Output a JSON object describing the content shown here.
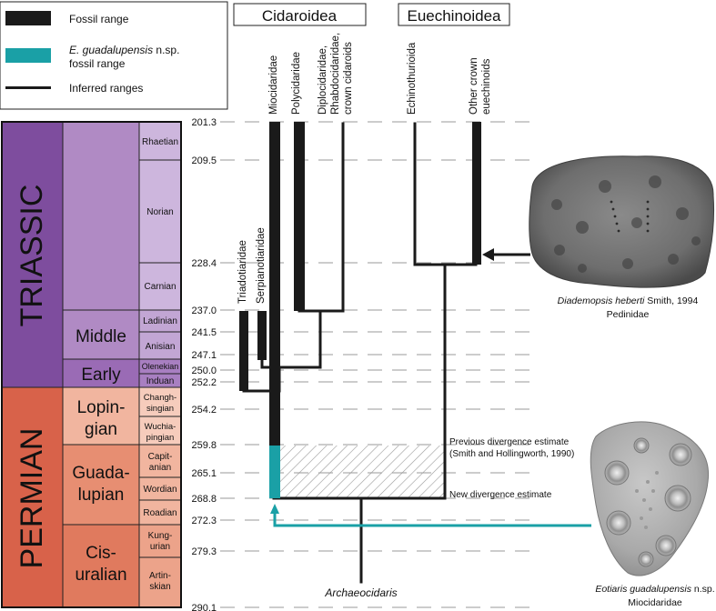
{
  "legend": {
    "fossil_range": "Fossil range",
    "species_prefix": "E. guadalupensis",
    "species_suffix": " n.sp.",
    "species_line2": "fossil range",
    "inferred": "Inferred ranges"
  },
  "clades": {
    "cidaroidea": "Cidaroidea",
    "euechinoidea": "Euechinoidea"
  },
  "taxa": {
    "miocidaridae": "Miocidaridae",
    "polycidaridae": "Polycidaridae",
    "diplo_line1": "Diplocidaridae,",
    "diplo_line2": "Rhabdocidaridae,",
    "diplo_line3": "crown cidaroids",
    "echinothurioida": "Echinothurioida",
    "other_line1": "Other crown",
    "other_line2": "euechinoids",
    "triadotiaridae": "Triadotiaridae",
    "serpianotiaridae": "Serpianotiaridae",
    "archaeocidaris": "Archaeocidaris"
  },
  "periods": {
    "triassic": "TRIASSIC",
    "permian": "PERMIAN"
  },
  "epochs": {
    "middle": "Middle",
    "early": "Early",
    "lopin1": "Lopin-",
    "lopin2": "gian",
    "guada1": "Guada-",
    "guada2": "lupian",
    "cis1": "Cis-",
    "cis2": "uralian"
  },
  "stages": {
    "rhaetian": "Rhaetian",
    "norian": "Norian",
    "carnian": "Carnian",
    "ladinian": "Ladinian",
    "anisian": "Anisian",
    "olenekian": "Olenekian",
    "induan": "Induan",
    "changh1": "Changh-",
    "changh2": "singian",
    "wuchia1": "Wuchia-",
    "wuchia2": "pingian",
    "capit1": "Capit-",
    "capit2": "anian",
    "wordian": "Wordian",
    "roadian": "Roadian",
    "kung1": "Kung-",
    "kung2": "urian",
    "artin1": "Artin-",
    "artin2": "skian"
  },
  "ages": [
    "201.3",
    "209.5",
    "228.4",
    "237.0",
    "241.5",
    "247.1",
    "250.0",
    "252.2",
    "254.2",
    "259.8",
    "265.1",
    "268.8",
    "272.3",
    "279.3",
    "290.1"
  ],
  "annotations": {
    "prev1": "Previous divergence estimate",
    "prev2": "(Smith and Hollingworth, 1990)",
    "new": "New divergence estimate"
  },
  "captions": {
    "diademopsis_sp": "Diademopsis heberti",
    "diademopsis_auth": " Smith, 1994",
    "diademopsis_fam": "Pedinidae",
    "eotiaris_sp": "Eotiaris guadalupensis",
    "eotiaris_auth": " n.sp.",
    "eotiaris_fam": "Miocidaridae"
  },
  "colors": {
    "triassic": "#7e4d9e",
    "triassic_epoch": "#b08ac4",
    "triassic_stage": "#cdb6dd",
    "permian": "#d8624a",
    "permian_epoch": "#e78e72",
    "permian_stage": "#f1b59f",
    "teal": "#1aa0a6",
    "black": "#1a1a1a"
  }
}
